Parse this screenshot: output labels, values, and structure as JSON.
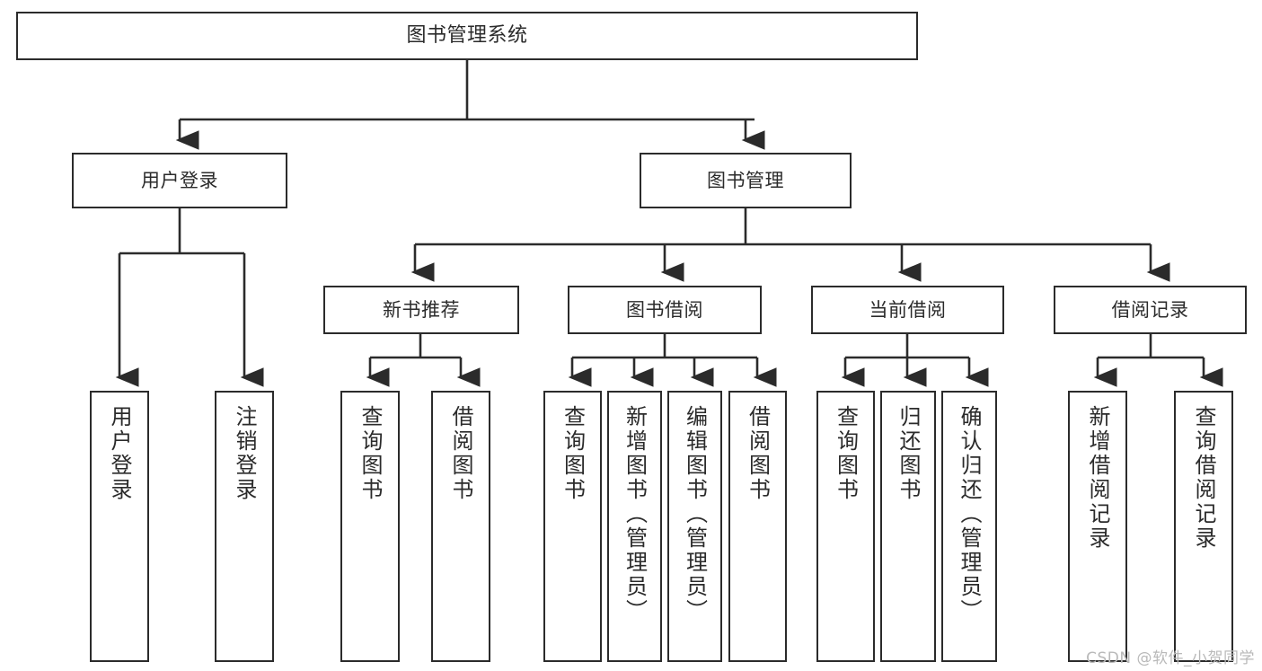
{
  "diagram": {
    "title": "图书管理系统",
    "type": "tree-hierarchy-chart",
    "watermark": "CSDN @软件_小贺同学",
    "colors": {
      "box_border": "#2b2b2b",
      "box_fill": "#ffffff",
      "connector": "#2b2b2b",
      "background": "#ffffff",
      "watermark": "#b9b9b9"
    },
    "nodes": {
      "root": {
        "label": "图书管理系统"
      },
      "level2": [
        {
          "id": "user-login",
          "label": "用户登录"
        },
        {
          "id": "book-management",
          "label": "图书管理"
        }
      ],
      "level3": [
        {
          "id": "new-book-recommend",
          "label": "新书推荐"
        },
        {
          "id": "book-borrow",
          "label": "图书借阅"
        },
        {
          "id": "current-borrow",
          "label": "当前借阅"
        },
        {
          "id": "borrow-record",
          "label": "借阅记录"
        }
      ],
      "leaves": {
        "user_login": [
          {
            "id": "leaf-user-login",
            "label": "用户登录"
          },
          {
            "id": "leaf-logout-login",
            "label": "注销登录"
          }
        ],
        "new_book_recommend": [
          {
            "id": "leaf-query-book-1",
            "label": "查询图书"
          },
          {
            "id": "leaf-borrow-book-1",
            "label": "借阅图书"
          }
        ],
        "book_borrow": [
          {
            "id": "leaf-query-book-2",
            "label": "查询图书"
          },
          {
            "id": "leaf-add-book",
            "label": "新增图书（管理员）"
          },
          {
            "id": "leaf-edit-book",
            "label": "编辑图书（管理员）"
          },
          {
            "id": "leaf-borrow-book-2",
            "label": "借阅图书"
          }
        ],
        "current_borrow": [
          {
            "id": "leaf-query-book-3",
            "label": "查询图书"
          },
          {
            "id": "leaf-return-book",
            "label": "归还图书"
          },
          {
            "id": "leaf-confirm-return",
            "label": "确认归还（管理员）"
          }
        ],
        "borrow_record": [
          {
            "id": "leaf-add-borrow-record",
            "label": "新增借阅记录"
          },
          {
            "id": "leaf-query-borrow-record",
            "label": "查询借阅记录"
          }
        ]
      }
    }
  }
}
